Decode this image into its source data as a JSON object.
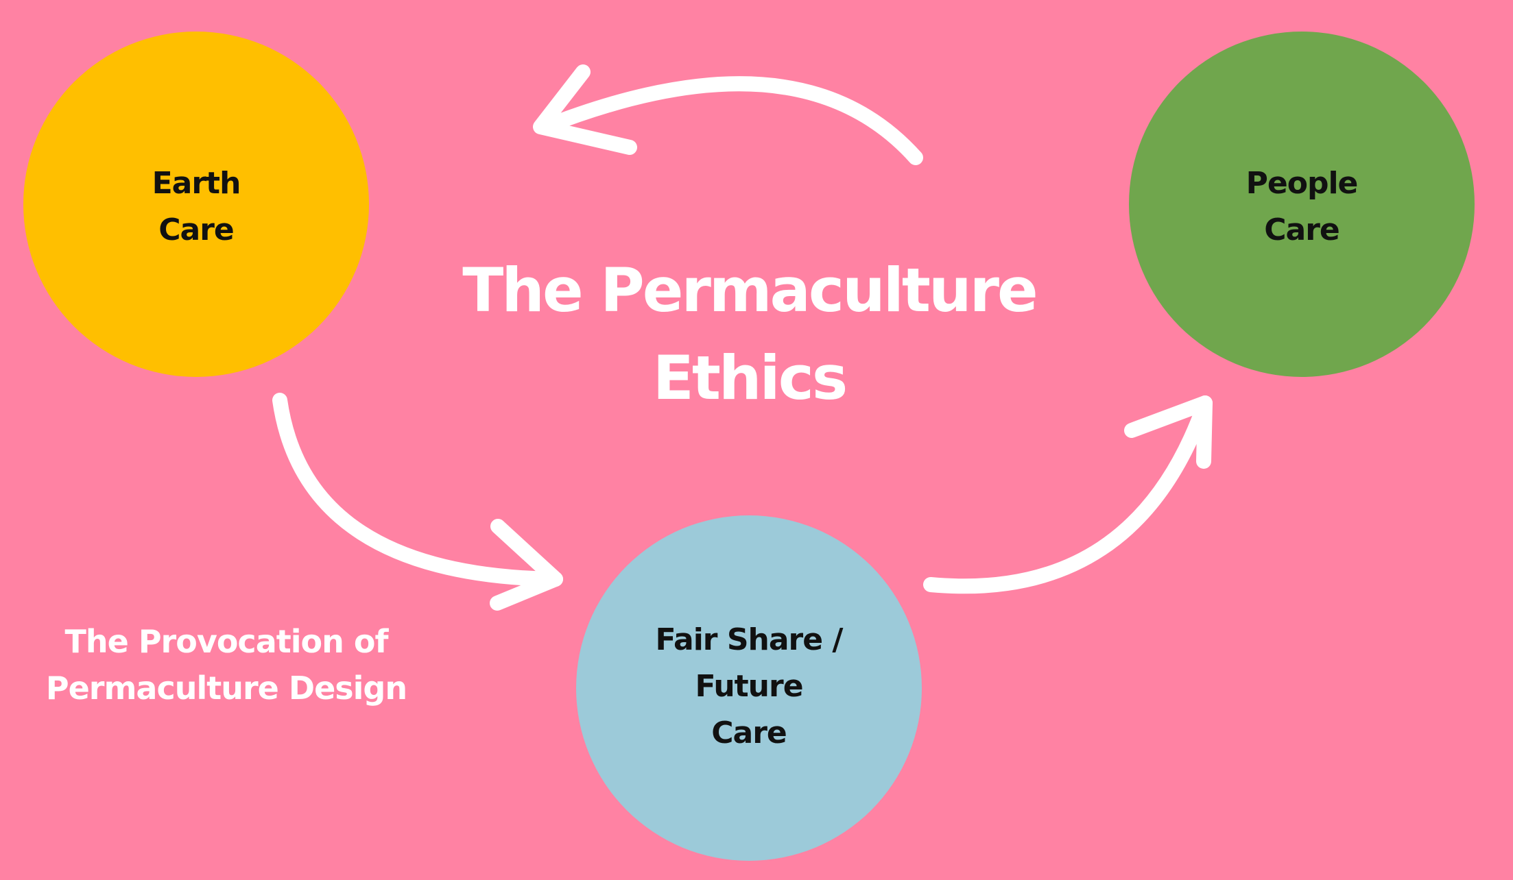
{
  "diagram": {
    "title": "The Permaculture\nEthics",
    "subtitle": "The Provocation of\nPermaculture Design",
    "nodes": {
      "earth_care": {
        "label": "Earth\nCare",
        "color": "#ffbf00"
      },
      "people_care": {
        "label": "People\nCare",
        "color": "#70a64d"
      },
      "fair_share": {
        "label": "Fair Share /\nFuture\nCare",
        "color": "#9ccad9"
      }
    },
    "arrows": [
      {
        "from": "people_care",
        "to": "earth_care"
      },
      {
        "from": "earth_care",
        "to": "fair_share"
      },
      {
        "from": "fair_share",
        "to": "people_care"
      }
    ]
  },
  "colors": {
    "background": "#ff82a3",
    "arrow": "#ffffff"
  }
}
